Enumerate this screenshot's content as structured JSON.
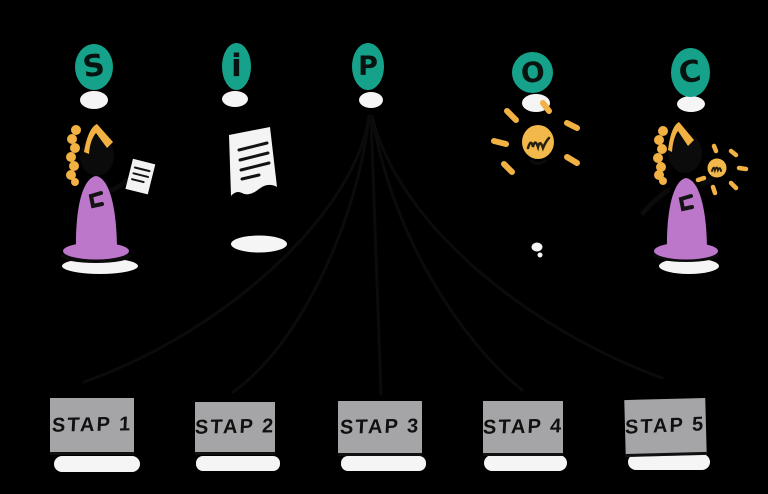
{
  "colors": {
    "background": "#000000",
    "badge_teal": "#16a28a",
    "figure_purple": "#bc76ca",
    "accent_yellow": "#f1b143",
    "bulb_yellow": "#f2b84a",
    "step_gray": "#a5a5a8",
    "shadow_white": "#f5f5f5",
    "ink": "#0b0b0b"
  },
  "badges": [
    {
      "letter": "S"
    },
    {
      "letter": "i"
    },
    {
      "letter": "P"
    },
    {
      "letter": "O"
    },
    {
      "letter": "C"
    }
  ],
  "steps": [
    {
      "label": "STAP 1"
    },
    {
      "label": "STAP 2"
    },
    {
      "label": "STAP 3"
    },
    {
      "label": "STAP 4"
    },
    {
      "label": "STAP 5"
    }
  ],
  "icons": [
    "supplier-person-icon",
    "held-paper-icon",
    "input-document-icon",
    "process-branch-lines-icon",
    "output-lightbulb-icon",
    "customer-person-icon",
    "coin-sparkle-icon"
  ]
}
